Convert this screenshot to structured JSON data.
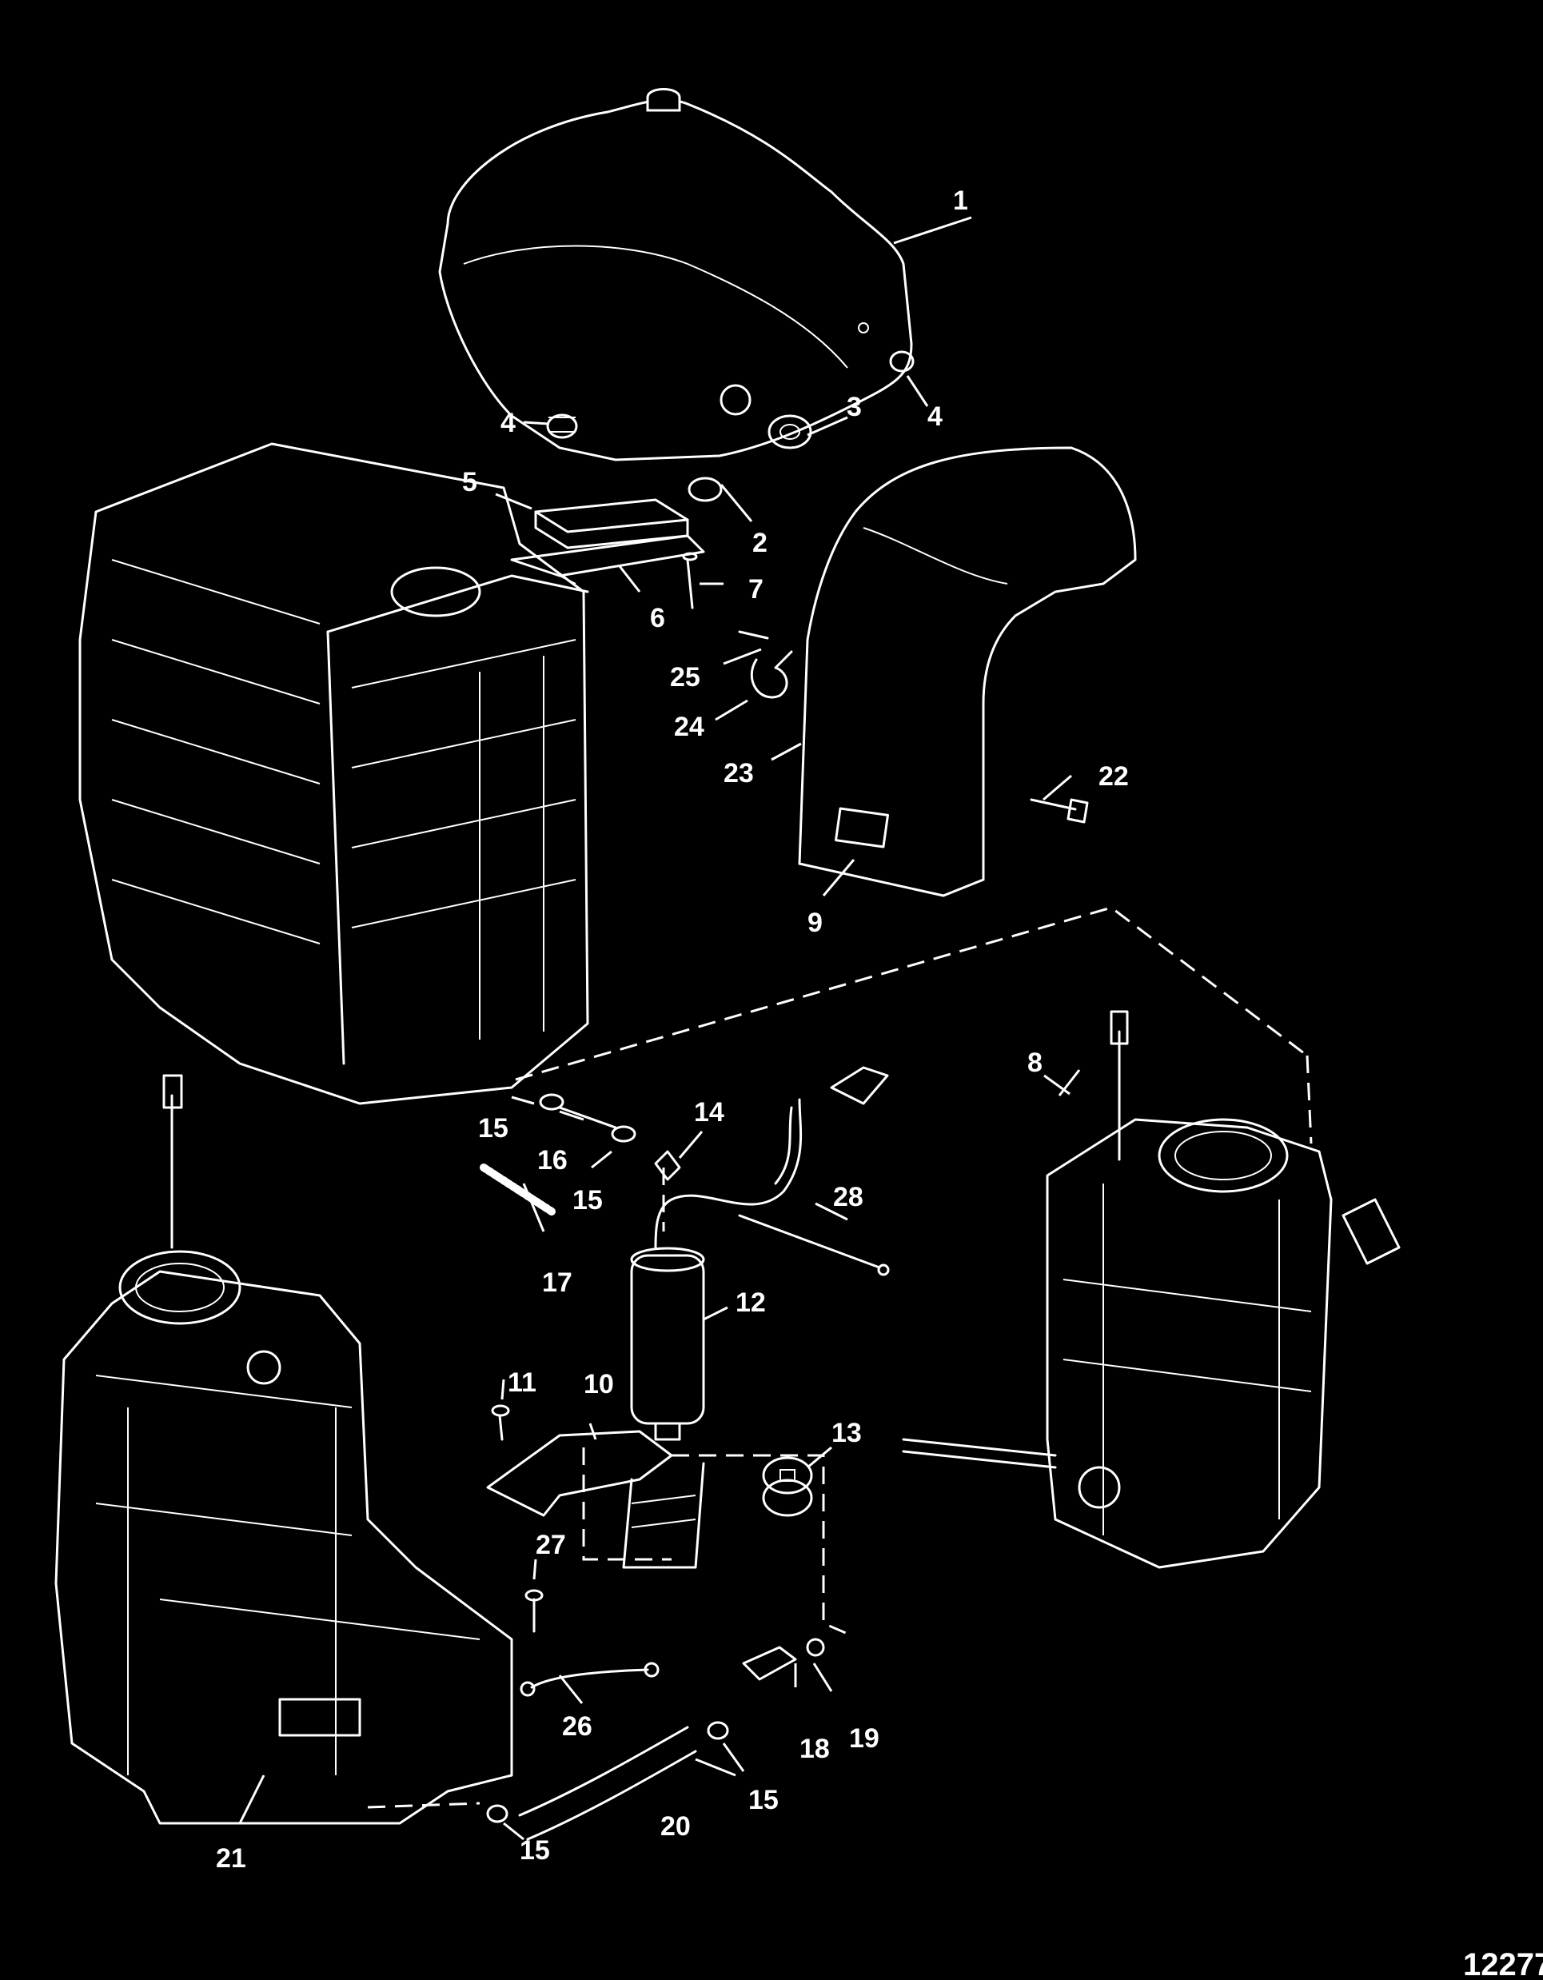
{
  "figure_id": "12277",
  "callouts": {
    "c1": "1",
    "c2": "2",
    "c3": "3",
    "c4a": "4",
    "c4b": "4",
    "c5": "5",
    "c6": "6",
    "c7": "7",
    "c8": "8",
    "c9": "9",
    "c10": "10",
    "c11": "11",
    "c12": "12",
    "c13": "13",
    "c14": "14",
    "c15a": "15",
    "c15b": "15",
    "c15c": "15",
    "c15d": "15",
    "c16": "16",
    "c17": "17",
    "c18": "18",
    "c19": "19",
    "c20": "20",
    "c21": "21",
    "c22": "22",
    "c23": "23",
    "c24": "24",
    "c25": "25",
    "c26": "26",
    "c27": "27",
    "c28": "28"
  },
  "colors": {
    "background": "#000000",
    "line": "#ffffff"
  }
}
